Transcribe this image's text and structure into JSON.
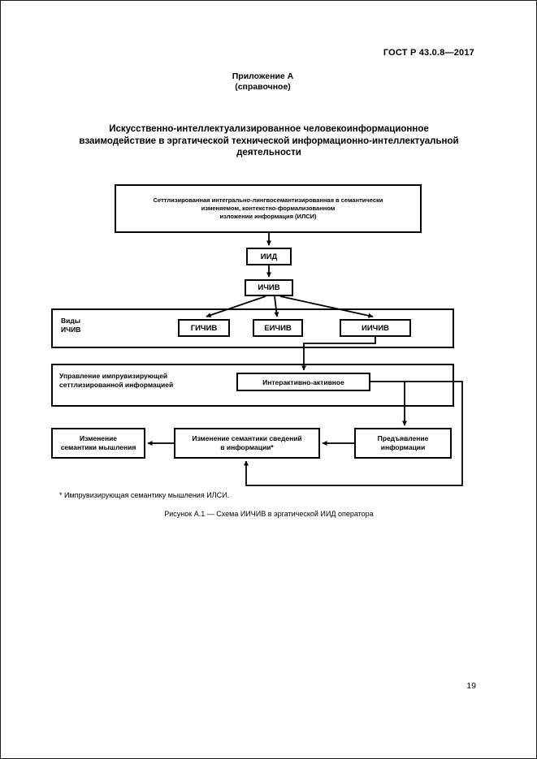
{
  "page": {
    "header": "ГОСТ Р 43.0.8—2017",
    "appendix_label": "Приложение А",
    "appendix_type": "(справочное)",
    "title_line1": "Искусственно-интеллектуализированное человекоинформационное",
    "title_line2": "взаимодействие в эргатической технической информационно-интеллектуальной",
    "title_line3": "деятельности",
    "footnote": "* Импрувизирующая семантику мышления ИЛСИ.",
    "caption": "Рисунок А.1 — Схема ИИЧИВ в эргатической ИИД оператора",
    "page_number": "19"
  },
  "diagram": {
    "ilsi_line1": "Сеттлизированная интегрально-лингвосемантизированная в семантически",
    "ilsi_line2": "изменяемом, контекстно-формализованном",
    "ilsi_line3": "изложении информация (ИЛСИ)",
    "iid": "ИИД",
    "ichiv": "ИЧИВ",
    "vidy_line1": "Виды",
    "vidy_line2": "ИЧИВ",
    "gichiv": "ГИЧИВ",
    "eichiv": "ЕИЧИВ",
    "iichiv": "ИИЧИВ",
    "uprav_line1": "Управление импрувизирующей",
    "uprav_line2": "сеттлизированной информацией",
    "interactive": "Интерактивно-активное",
    "thinking_line1": "Изменение",
    "thinking_line2": "семантики мышления",
    "semantics_line1": "Изменение семантики сведений",
    "semantics_line2": "в информации*",
    "present_line1": "Предъявление",
    "present_line2": "информации",
    "line_color": "#000000"
  }
}
